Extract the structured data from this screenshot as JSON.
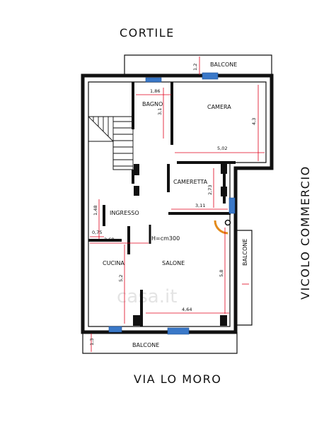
{
  "streets": {
    "top": "CORTILE",
    "right": "VICOLO COMMERCIO",
    "bottom": "VIA LO MORO"
  },
  "rooms": {
    "balcone_top": "BALCONE",
    "bagno": "BAGNO",
    "camera": "CAMERA",
    "cameretta": "CAMERETTA",
    "ingresso": "INGRESSO",
    "cucina": "CUCINA",
    "salone": "SALONE",
    "balcone_right": "BALCONE",
    "balcone_bottom": "BALCONE",
    "height_note": "H=cm300"
  },
  "dimensions": {
    "balcone_top_depth": "1,2",
    "bagno_width": "1,86",
    "bagno_depth": "3,1",
    "camera_depth": "4,3",
    "camera_width": "5,02",
    "cameretta_depth": "2,73",
    "cameretta_width": "3,11",
    "ingresso_depth": "1,48",
    "ingresso_offset": "0,75",
    "cucina_width": "2,68",
    "cucina_depth": "5,2",
    "salone_depth": "5,8",
    "salone_width": "4,64",
    "balcone_bottom_depth": "1,3"
  },
  "watermark": "casa.it",
  "colors": {
    "wall": "#111111",
    "dimension": "#e0001b",
    "window": "#3a78c8",
    "door_arc": "#e38a1b"
  }
}
